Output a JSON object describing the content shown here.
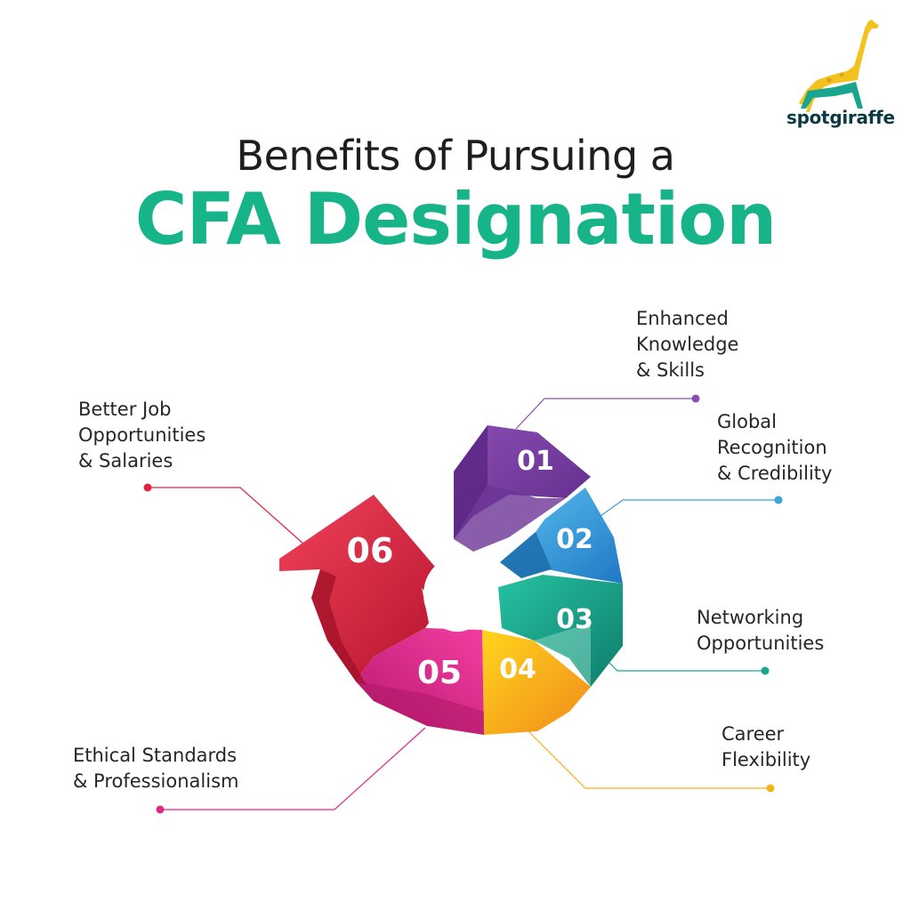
{
  "brand": {
    "name": "spotgiraffe"
  },
  "title": {
    "line1": "Benefits of Pursuing a",
    "line2": "CFA Designation"
  },
  "colors": {
    "accent": "#17b48a",
    "step1": "#7b3fa0",
    "step2": "#3aa3dd",
    "step3": "#1aa58e",
    "step4": "#f3b41b",
    "step5": "#e0288a",
    "step6": "#e0243e"
  },
  "steps": [
    {
      "number": "01",
      "lines": [
        "Enhanced",
        "Knowledge",
        "& Skills"
      ]
    },
    {
      "number": "02",
      "lines": [
        "Global",
        "Recognition",
        "& Credibility"
      ]
    },
    {
      "number": "03",
      "lines": [
        "Networking",
        "Opportunities"
      ]
    },
    {
      "number": "04",
      "lines": [
        "Career",
        "Flexibility"
      ]
    },
    {
      "number": "05",
      "lines": [
        "Ethical Standards",
        "& Professionalism"
      ]
    },
    {
      "number": "06",
      "lines": [
        "Better Job",
        "Opportunities",
        "& Salaries"
      ]
    }
  ]
}
